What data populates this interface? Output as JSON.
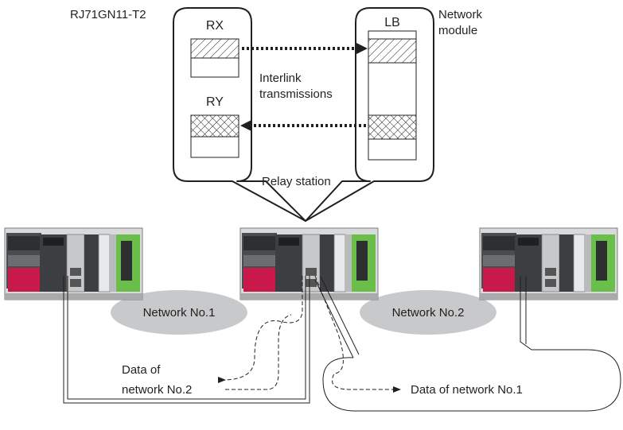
{
  "labels": {
    "module_name": "RJ71GN11-T2",
    "rx": "RX",
    "ry": "RY",
    "lb": "LB",
    "network_module_line1": "Network",
    "network_module_line2": "module",
    "interlink_line1": "Interlink",
    "interlink_line2": "transmissions",
    "relay_station": "Relay station",
    "network_1": "Network No.1",
    "network_2": "Network No.2",
    "data_net2_line1": "Data of",
    "data_net2_line2": "network No.2",
    "data_net1": "Data of network No.1"
  },
  "colors": {
    "line": "#231f20",
    "ellipse_fill": "#c8c9ca",
    "plc_body": "#5a5c5f",
    "plc_power_red": "#c9194a",
    "plc_io_green": "#6abf4b"
  },
  "stations": [
    {
      "name": "plc-station-left"
    },
    {
      "name": "plc-station-relay"
    },
    {
      "name": "plc-station-right"
    }
  ]
}
